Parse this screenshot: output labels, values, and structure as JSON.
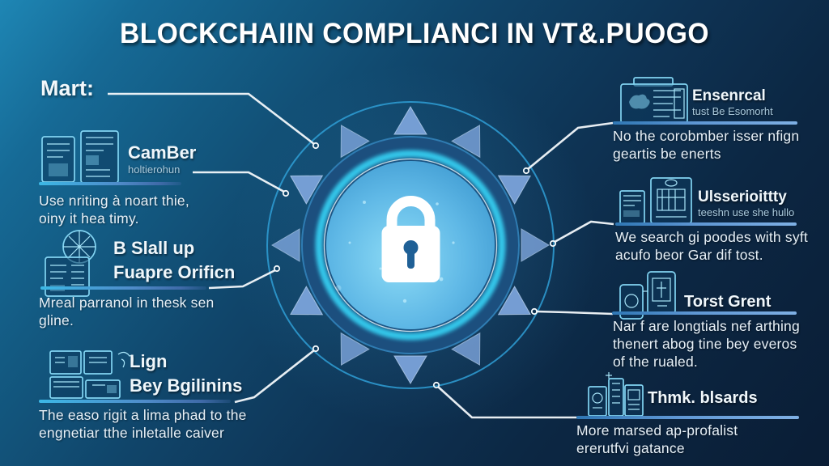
{
  "title": "BLOCKCHAIIN COMPLIANCI IN VT&.PUOGO",
  "left_label": "Mart:",
  "left_items": [
    {
      "icon": "documents-icon",
      "title1": "CamBer",
      "title2": "",
      "subtitle": "holtierohun",
      "body1": "Use nriting à noart thie,",
      "body2": "oiny it hea timy.",
      "body3": ""
    },
    {
      "icon": "compass-document-icon",
      "title1": "B Slall up",
      "title2": "Fuapre Orificn",
      "subtitle": "",
      "body1": "Mreal parranol in thesk sen",
      "body2": "gline.",
      "body3": ""
    },
    {
      "icon": "network-building-icon",
      "title1": "Lign",
      "title2": "Bey Bgilinins",
      "subtitle": "",
      "body1": "The easo rigit a lima phad to the",
      "body2": "engnetiar tthe inletalle caiver",
      "body3": ""
    }
  ],
  "right_items": [
    {
      "icon": "monitor-icon",
      "title1": "Ensenrcal",
      "subtitle": "tust Be Esomorht",
      "body1": "No the corobmber isser nfign",
      "body2": "geartis be enerts",
      "body3": ""
    },
    {
      "icon": "server-monitor-icon",
      "title1": "Ulsserioittty",
      "subtitle": "teeshn use she hullo",
      "body1": "We search gi poodes with syft",
      "body2": "acufo beor Gar dif tost.",
      "body3": ""
    },
    {
      "icon": "mobile-certificate-icon",
      "title1": "Torst Grent",
      "subtitle": "",
      "body1": "Nar f are longtials nef arthing",
      "body2": "thenert abog tine bey everos",
      "body3": "of the rualed."
    },
    {
      "icon": "cabinet-chart-icon",
      "title1": "Thmk. blsards",
      "subtitle": "",
      "body1": "More marsed ap-profalist",
      "body2": "ererutfvi gatance",
      "body3": ""
    }
  ],
  "center": {
    "icon": "padlock-icon",
    "shape": "security-circle"
  },
  "colors": {
    "background_top": "#1e86b4",
    "background_bottom": "#0a1d35",
    "ring_cyan": "#36cdf0",
    "disc_dark_blue": "#1c4f7e",
    "inner_light_blue": "#6cc6ee",
    "arrow_steel_blue": "#7ba3da",
    "bar_left_accent": "#3cb8e6",
    "bar_right_accent": "#5f97d4",
    "lock_white": "#ffffff",
    "text_light": "#e7f0f7"
  }
}
